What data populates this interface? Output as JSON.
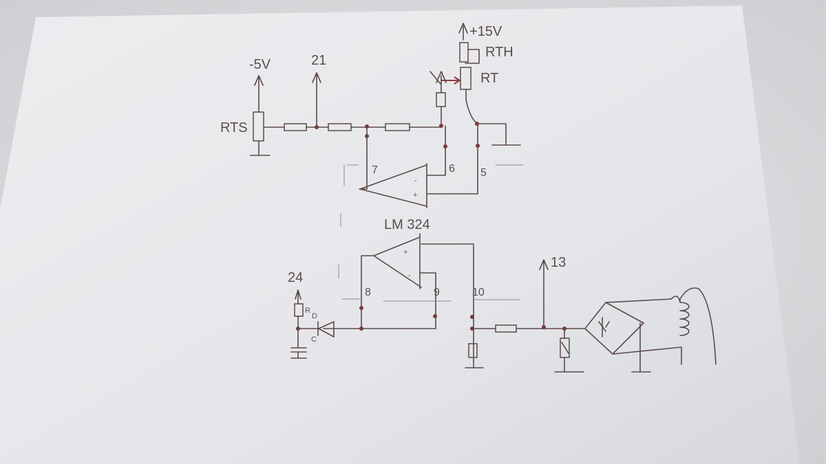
{
  "schematic": {
    "labels": {
      "minus_5v": "-5V",
      "pin_21": "21",
      "plus_15v": "+15V",
      "rth": "RTH",
      "rt": "RT",
      "rts": "RTS",
      "pin_7": "7",
      "pin_6": "6",
      "pin_5": "5",
      "chip": "LM 324",
      "pin_24": "24",
      "r_mark": "R",
      "d_mark": "D",
      "c_mark": "C",
      "pin_8": "8",
      "pin_9": "9",
      "pin_10": "10",
      "pin_13": "13",
      "opamp1_minus": "-",
      "opamp1_plus": "+",
      "opamp2_plus": "+",
      "opamp2_minus": "-"
    }
  }
}
